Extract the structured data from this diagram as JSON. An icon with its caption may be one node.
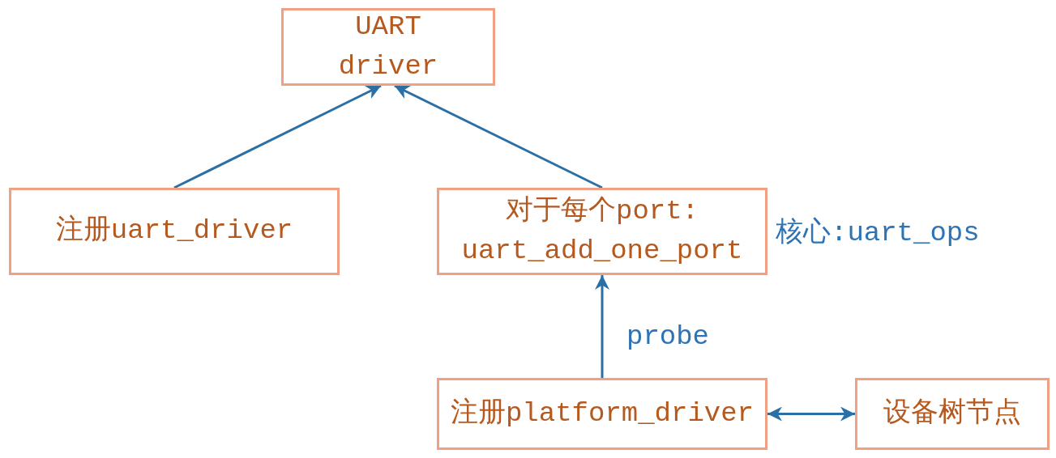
{
  "diagram": {
    "nodes": [
      {
        "text": [
          "UART driver"
        ]
      },
      {
        "text": [
          "注册uart_driver"
        ]
      },
      {
        "text": [
          "对于每个port: uart_add_one_port"
        ],
        "beside": [
          "核心:uart_ops"
        ]
      },
      {
        "text": [
          "注册platform_driver"
        ]
      },
      {
        "text": [
          "设备树节点"
        ]
      }
    ],
    "edges": [
      {
        "from": 1,
        "to": 0,
        "arrow": "to"
      },
      {
        "from": 2,
        "to": 0,
        "arrow": "to"
      },
      {
        "from": 3,
        "to": 2,
        "arrow": "to",
        "label": "probe"
      },
      {
        "from": 3,
        "to": 4,
        "arrow": "both"
      }
    ]
  }
}
